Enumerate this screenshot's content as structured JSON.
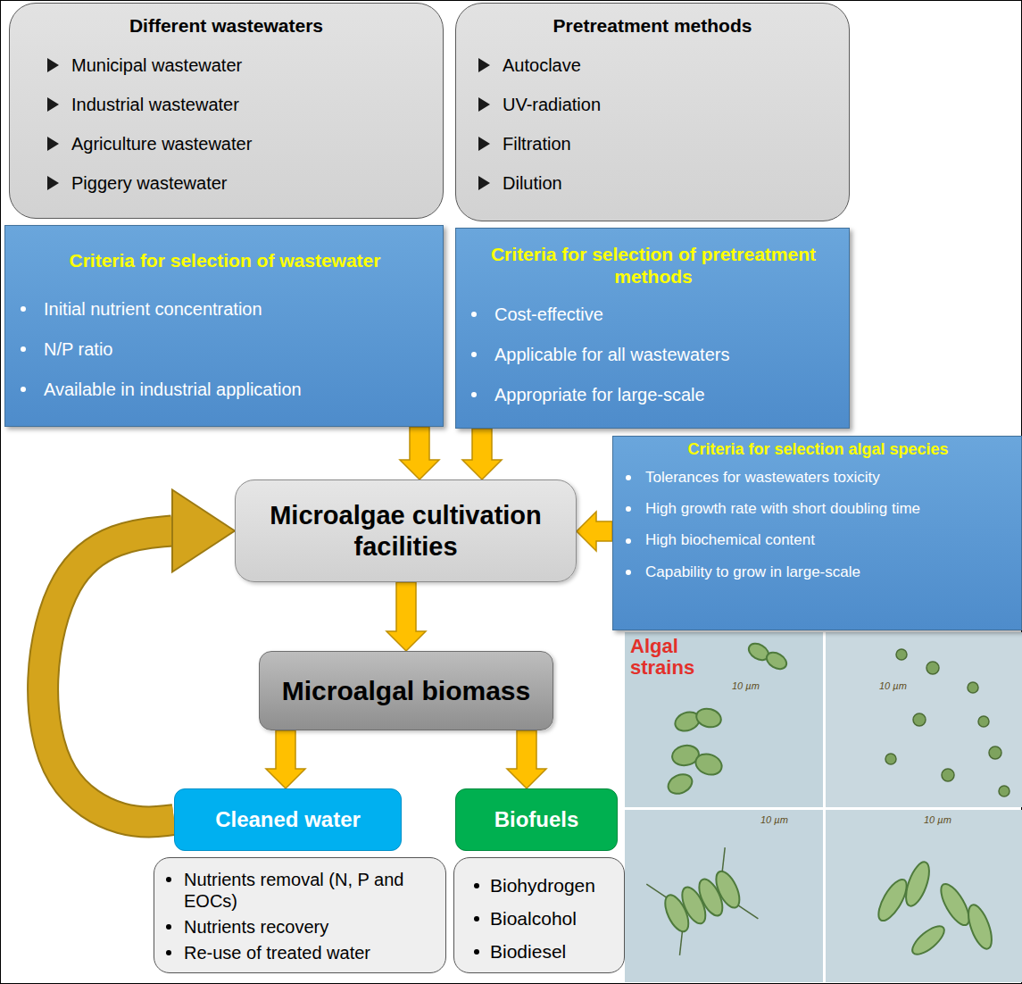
{
  "diagram": {
    "nodes": [
      {
        "text": [
          "Different wastewaters",
          "Municipal wastewater",
          "Industrial wastewater",
          "Agriculture wastewater",
          "Piggery wastewater"
        ]
      },
      {
        "text": [
          "Pretreatment methods",
          "Autoclave",
          "UV-radiation",
          "Filtration",
          "Dilution"
        ]
      },
      {
        "text": [
          "Criteria for selection of wastewater",
          "Initial nutrient concentration",
          "N/P ratio",
          "Available in industrial application"
        ]
      },
      {
        "text": [
          "Criteria for selection of pretreatment methods",
          "Cost-effective",
          "Applicable for all wastewaters",
          "Appropriate for large-scale"
        ]
      },
      {
        "text": [
          "Microalgae cultivation facilities"
        ]
      },
      {
        "text": [
          "Criteria for selection algal species",
          "Tolerances for wastewaters toxicity",
          "High growth rate with short doubling time",
          "High biochemical content",
          "Capability to grow in large-scale"
        ]
      },
      {
        "text": [
          "Microalgal biomass"
        ]
      },
      {
        "text": [
          "Cleaned water"
        ]
      },
      {
        "text": [
          "Biofuels"
        ]
      },
      {
        "text": [
          "Nutrients removal (N, P and EOCs)",
          "Nutrients recovery",
          "Re-use of treated water"
        ]
      },
      {
        "text": [
          "Biohydrogen",
          "Bioalcohol",
          "Biodiesel"
        ]
      }
    ],
    "edges": [
      {
        "from": 2,
        "to": 4,
        "arrow": "to"
      },
      {
        "from": 3,
        "to": 4,
        "arrow": "to"
      },
      {
        "from": 5,
        "to": 4,
        "arrow": "to"
      },
      {
        "from": 4,
        "to": 6,
        "arrow": "to"
      },
      {
        "from": 6,
        "to": 7,
        "arrow": "to"
      },
      {
        "from": 6,
        "to": 8,
        "arrow": "to"
      },
      {
        "from": 7,
        "to": 4,
        "arrow": "to"
      }
    ],
    "labels": [
      "Algal strains",
      "10 µm",
      "10 µm",
      "10 µm",
      "10 µm"
    ]
  }
}
